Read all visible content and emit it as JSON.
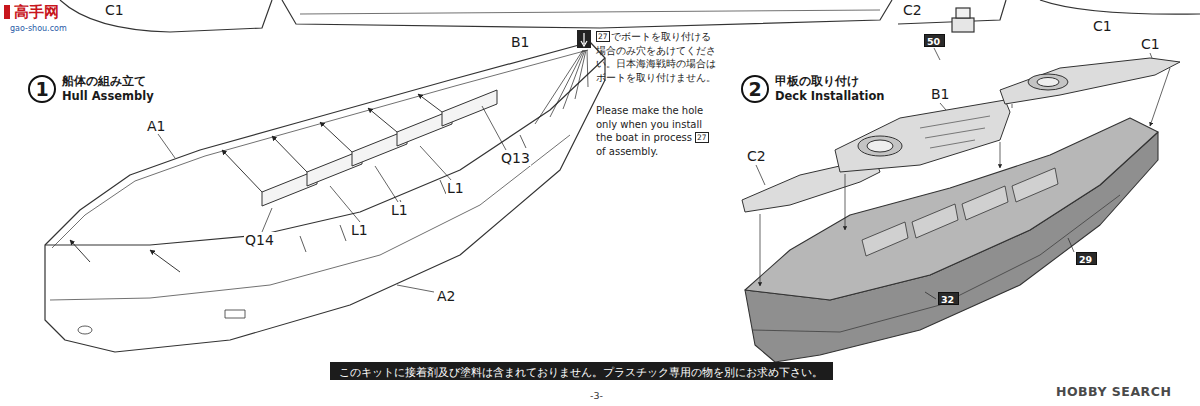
{
  "diagram": {
    "nodes": [
      {
        "text": [
          "1",
          "船体の組み立て",
          "Hull Assembly"
        ]
      },
      {
        "text": [
          "2",
          "甲板の取り付け",
          "Deck Installation"
        ]
      },
      {
        "text": [
          "50"
        ]
      },
      {
        "text": [
          "29"
        ]
      },
      {
        "text": [
          "32"
        ]
      },
      {
        "text": [
          "このキットに接着剤及び塗料は含まれておりません。プラスチック専用の物を別にお求め下さい。"
        ]
      }
    ],
    "labels": [
      "C1",
      "B1",
      "C2",
      "C1",
      "A1",
      "27",
      "でボートを取り付ける場合のみ穴をあけてください。日本海海戦時の場合はボートを取り付けません。",
      "Please make the hole only when you install the boat in process",
      "27",
      "of assembly.",
      "Q13",
      "L1",
      "L1",
      "L1",
      "Q14",
      "A2",
      "C1",
      "B1",
      "C2",
      "-3-",
      "高手网",
      "gao-shou.com",
      "HOBBY SEARCH"
    ]
  }
}
